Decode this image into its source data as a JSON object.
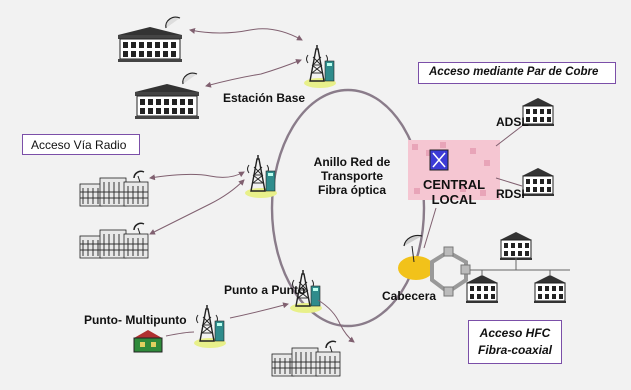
{
  "labels": {
    "estacion_base": "Estación Base",
    "acceso_via_radio": "Acceso Vía Radio",
    "acceso_par_cobre": "Acceso mediante Par de Cobre",
    "anillo_line1": "Anillo Red de",
    "anillo_line2": "Transporte",
    "anillo_line3": "Fibra óptica",
    "adsl": "ADSL",
    "rdsi": "RDSI",
    "central_line1": "CENTRAL",
    "central_line2": "LOCAL",
    "cabecera": "Cabecera",
    "punto_a_punto": "Punto a Punto",
    "punto_multipunto": "Punto- Multipunto",
    "acceso_hfc_line1": "Acceso HFC",
    "acceso_hfc_line2": "Fibra-coaxial"
  },
  "colors": {
    "ring": "#8a7c8a",
    "box_border": "#7b4fa8",
    "central_pink": "#f2b8c8",
    "central_blue": "#3b3bd6",
    "dish_yellow": "#f2c21a",
    "tower_base": "#e8f08a",
    "arrow": "#806070"
  },
  "icons": [
    "antenna-tower-icon",
    "building-icon",
    "office-building-icon",
    "satellite-dish-icon",
    "cross-connect-icon",
    "cable-node-icon",
    "house-icon"
  ]
}
